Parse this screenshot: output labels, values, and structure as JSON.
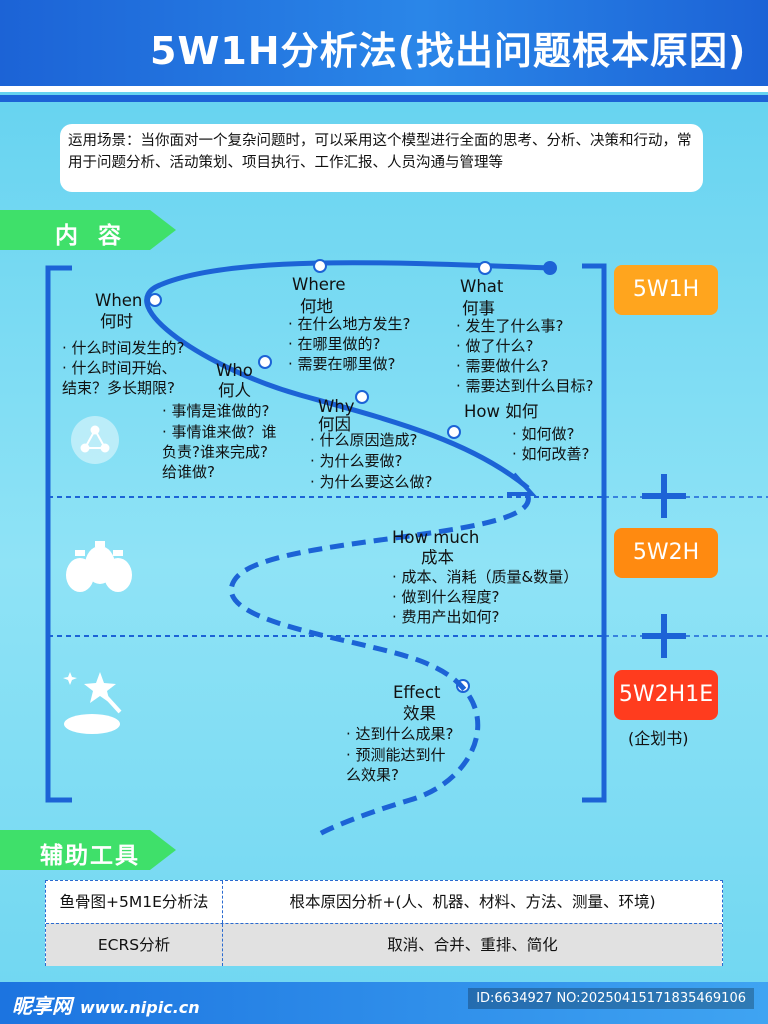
{
  "header": {
    "title": "5W1H分析法(找出问题根本原因)"
  },
  "scenario": {
    "text": "运用场景：当你面对一个复杂问题时，可以采用这个模型进行全面的思考、分析、决策和行动，常用于问题分析、活动策划、项目执行、工作汇报、人员沟通与管理等"
  },
  "sections": {
    "content": "内 容",
    "tools": "辅助工具"
  },
  "items": {
    "when": {
      "en": "When",
      "cn": "何时",
      "points": [
        "· 什么时间发生的?",
        "· 什么时间开始、",
        "   结束？多长期限?"
      ]
    },
    "where": {
      "en": "Where",
      "cn": "何地",
      "points": [
        "· 在什么地方发生?",
        "· 在哪里做的?",
        "· 需要在哪里做?"
      ]
    },
    "what": {
      "en": "What",
      "cn": "何事",
      "points": [
        "· 发生了什么事?",
        "· 做了什么?",
        "· 需要做什么?",
        "· 需要达到什么目标?"
      ]
    },
    "who": {
      "en": "Who",
      "cn": "何人",
      "points": [
        "· 事情是谁做的?",
        "· 事情谁来做？谁",
        "   负责?谁来完成?",
        "   给谁做?"
      ]
    },
    "why": {
      "en": "Why",
      "cn": "何因",
      "points": [
        "· 什么原因造成?",
        "· 为什么要做?",
        "· 为什么要这么做?"
      ]
    },
    "how": {
      "title": "How 如何",
      "points": [
        "· 如何做?",
        "· 如何改善?"
      ]
    },
    "howmuch": {
      "en": "How much",
      "cn": "成本",
      "points": [
        "· 成本、消耗（质量&数量）",
        "· 做到什么程度?",
        "· 费用产出如何?"
      ]
    },
    "effect": {
      "en": "Effect",
      "cn": "效果",
      "points": [
        "· 达到什么成果?",
        "· 预测能达到什",
        "   么效果?"
      ]
    }
  },
  "badges": {
    "b1": "5W1H",
    "b2": "5W2H",
    "b3": "5W2H1E",
    "b3_note": "(企划书)"
  },
  "tools": {
    "rows": [
      {
        "name": "鱼骨图+5M1E分析法",
        "desc": "根本原因分析+(人、机器、材料、方法、测量、环境)"
      },
      {
        "name": "ECRS分析",
        "desc": "取消、合并、重排、简化"
      }
    ]
  },
  "footer": {
    "brand": "昵享网",
    "url": "www.nipic.cn",
    "id": "ID:6634927 NO:20250415171835469106"
  },
  "colors": {
    "accent_blue": "#1c63d6",
    "ribbon_green": "#3fe06a",
    "badge1": "#ffa51e",
    "badge2": "#ff8a10",
    "badge3": "#ff3c1e"
  }
}
